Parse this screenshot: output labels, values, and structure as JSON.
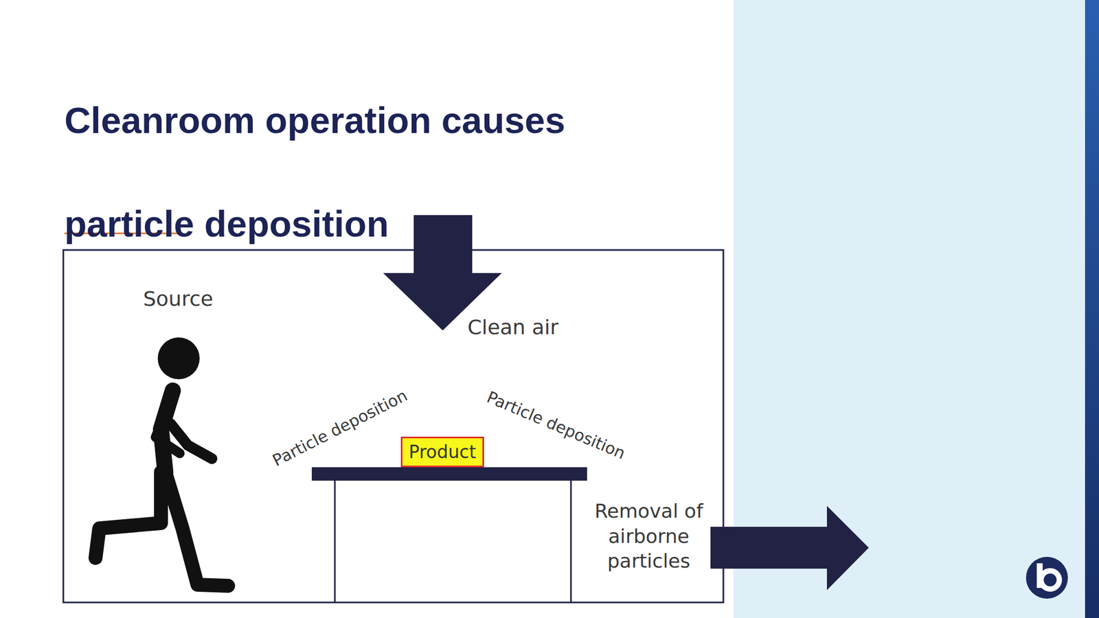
{
  "diagram": {
    "title": "Cleanroom operation causes particle deposition",
    "nodes": [
      {
        "text": [
          "Product"
        ]
      }
    ],
    "labels": [
      "Source",
      "Clean air",
      "Particle deposition",
      "Particle deposition",
      "Removal of airborne particles"
    ]
  }
}
